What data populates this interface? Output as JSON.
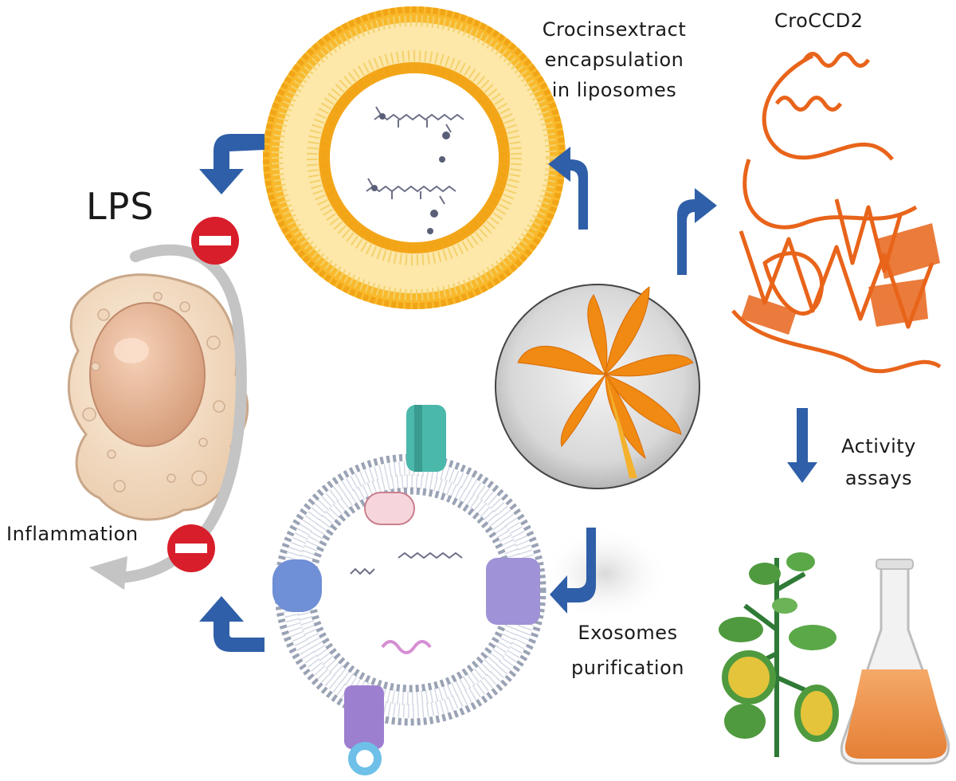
{
  "labels": {
    "lps": "LPS",
    "inflammation": "Inflammation",
    "crocin_lines": [
      "Crocinsextract",
      "encapsulation",
      "in liposomes"
    ],
    "protein": "CroCCD2",
    "activity_lines": [
      "Activity",
      "assays"
    ],
    "exosome_lines": [
      "Exosomes",
      "purification"
    ]
  },
  "colors": {
    "arrow_blue": "#2f5fa8",
    "liposome_orange": "#f0a21c",
    "liposome_tail": "#fbe3a8",
    "inhibit_red": "#d81e2a",
    "protein_orange": "#e8641a",
    "exosome_grey": "#9aa3b5",
    "cell_fill": "#f3ddc6",
    "nucleus": "#e7b89a"
  },
  "icons": [
    "macrophage-cell-icon",
    "no-entry-icon",
    "liposome-icon",
    "exosome-icon",
    "saffron-flower-icon",
    "protein-structure-icon",
    "plant-icon",
    "flask-icon"
  ]
}
